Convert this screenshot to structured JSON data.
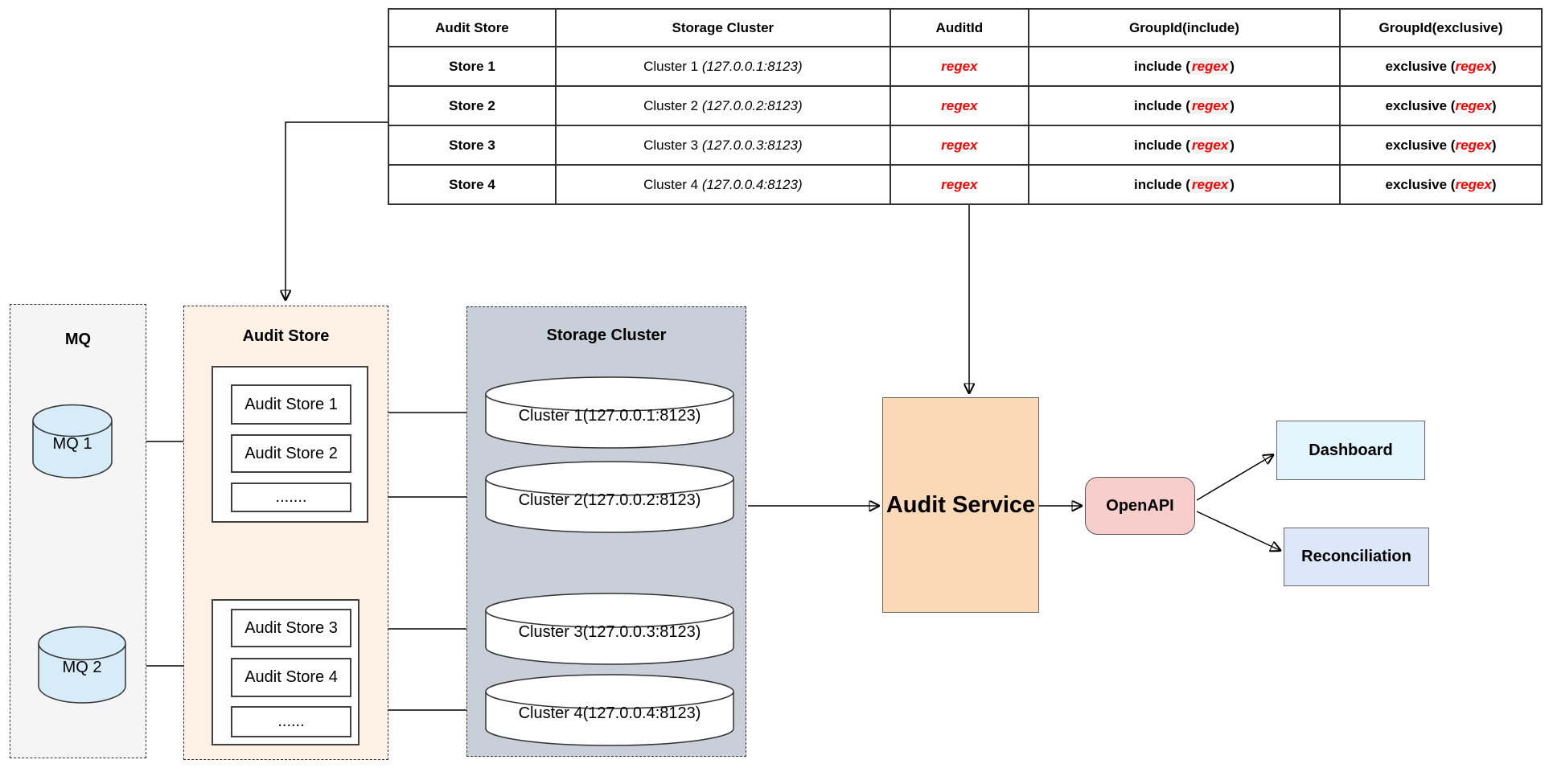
{
  "table": {
    "headers": [
      "Audit Store",
      "Storage Cluster",
      "AuditId",
      "GroupId(include)",
      "GroupId(exclusive)"
    ],
    "rows": [
      {
        "store": "Store 1",
        "cluster_name": "Cluster 1 ",
        "cluster_addr": "(127.0.0.1:8123)",
        "audit_id": "regex",
        "include_pre": "include (",
        "include_regex": "regex",
        "include_post": ")",
        "exclusive_pre": "exclusive (",
        "exclusive_regex": "regex",
        "exclusive_post": ")"
      },
      {
        "store": "Store 2",
        "cluster_name": "Cluster 2 ",
        "cluster_addr": "(127.0.0.2:8123)",
        "audit_id": "regex",
        "include_pre": "include (",
        "include_regex": "regex",
        "include_post": ")",
        "exclusive_pre": "exclusive (",
        "exclusive_regex": "regex",
        "exclusive_post": ")"
      },
      {
        "store": "Store 3",
        "cluster_name": "Cluster 3 ",
        "cluster_addr": "(127.0.0.3:8123)",
        "audit_id": "regex",
        "include_pre": "include (",
        "include_regex": "regex",
        "include_post": ")",
        "exclusive_pre": "exclusive (",
        "exclusive_regex": "regex",
        "exclusive_post": ")"
      },
      {
        "store": "Store 4",
        "cluster_name": "Cluster 4 ",
        "cluster_addr": "(127.0.0.4:8123)",
        "audit_id": "regex",
        "include_pre": "include (",
        "include_regex": "regex",
        "include_post": ")",
        "exclusive_pre": "exclusive (",
        "exclusive_regex": "regex",
        "exclusive_post": ")"
      }
    ]
  },
  "mq": {
    "label": "MQ",
    "node1": "MQ 1",
    "node2": "MQ 2"
  },
  "audit_store": {
    "label": "Audit Store",
    "group1": {
      "item1": "Audit Store 1",
      "item2": "Audit Store 2",
      "dots": "......."
    },
    "group2": {
      "item1": "Audit Store 3",
      "item2": "Audit Store 4",
      "dots": "......"
    }
  },
  "storage_cluster": {
    "label": "Storage Cluster",
    "node1": "Cluster 1(127.0.0.1:8123)",
    "node2": "Cluster 2(127.0.0.2:8123)",
    "node3": "Cluster 3(127.0.0.3:8123)",
    "node4": "Cluster 4(127.0.0.4:8123)"
  },
  "audit_service": {
    "label": "Audit Service"
  },
  "openapi": {
    "label": "OpenAPI"
  },
  "dashboard": {
    "label": "Dashboard"
  },
  "reconciliation": {
    "label": "Reconciliation"
  },
  "colors": {
    "regex_red": "#ff0000",
    "regex_highlight": "#f2f2f2",
    "mq_container_fill": "#f5f5f5",
    "audit_store_container_fill": "#fdf1e5",
    "storage_cluster_container_fill": "#c9cfd8",
    "mq_cylinder_fill": "#d6ecf8",
    "audit_service_fill": "#fcd9b6",
    "openapi_fill": "#f8cecc",
    "dashboard_fill": "#e2f4fc",
    "reconciliation_fill": "#dce7f9"
  }
}
